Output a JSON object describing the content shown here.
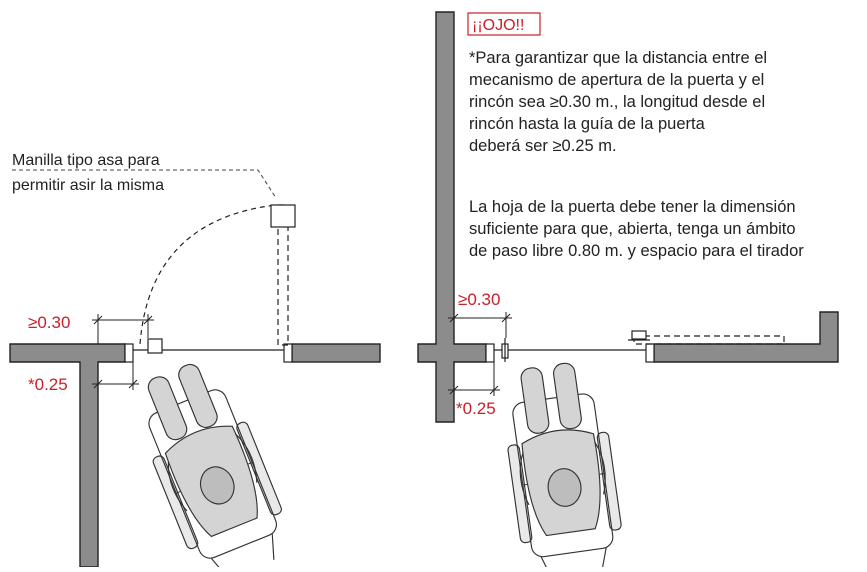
{
  "left_figure": {
    "handle_label_line1": "Manilla tipo asa para",
    "handle_label_line2": "permitir asir la misma",
    "dim_top": "≥0.30",
    "dim_bottom": "*0.25"
  },
  "right_figure": {
    "warning_title": "¡¡OJO!!",
    "note1": [
      "*Para garantizar que la distancia entre el",
      "mecanismo de apertura de la puerta y el",
      "rincón sea ≥0.30 m., la longitud desde el",
      "rincón hasta la guía de la puerta",
      "deberá ser ≥0.25 m."
    ],
    "note2": [
      "La hoja de la puerta debe tener la dimensión",
      "suficiente para que, abierta, tenga un ámbito",
      "de paso libre 0.80 m. y espacio para el tirador"
    ],
    "dim_top": "≥0.30",
    "dim_bottom": "*0.25"
  },
  "colors": {
    "wall_fill": "#8c8c8c",
    "wall_stroke": "#222222",
    "accent_red": "#c8202a",
    "figure_fill": "#d4d4d4"
  }
}
